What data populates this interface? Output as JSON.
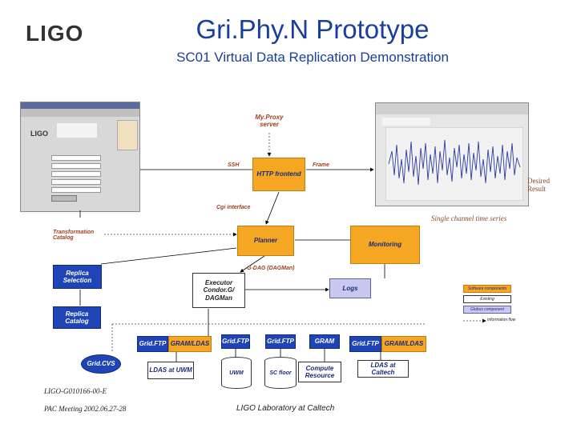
{
  "header": {
    "logo": "LIGO",
    "title": "Gri.Phy.N Prototype",
    "subtitle": "SC01 Virtual Data Replication Demonstration"
  },
  "diagram": {
    "myproxy": "My.Proxy server",
    "ssh_label": "SSH",
    "http_frontend": "HTTP frontend",
    "frame_label": "Frame",
    "desired_result": "Desired Result",
    "single_channel": "Single channel time series",
    "cgi_interface": "Cgi interface",
    "transformation_catalog": "Transformation Catalog",
    "planner": "Planner",
    "monitoring": "Monitoring",
    "gdag_label": "G-DAG (DAGMan)",
    "replica_selection": "Replica Selection",
    "executor": "Executor Condor.G/ DAGMan",
    "logs": "Logs",
    "replica_catalog": "Replica Catalog",
    "gridftp_1": "Grid.FTP",
    "gram_ldas_1": "GRAM/LDAS",
    "gridftp_2": "Grid.FTP",
    "gridftp_3": "Grid.FTP",
    "gram": "GRAM",
    "gridftp_4": "Grid.FTP",
    "gram_ldas_2": "GRAM/LDAS",
    "gridcvs": "Grid.CVS",
    "ldas_uwm": "LDAS at UWM",
    "uwm": "UWM",
    "sc_floor": "SC floor",
    "compute_resource": "Compute Resource",
    "ldas_caltech": "LDAS at Caltech"
  },
  "legend": {
    "item1": "Software components",
    "item2": "Existing",
    "item3": "Globus component",
    "item4": "Information flow"
  },
  "footer": {
    "doc_id": "LIGO-G010166-00-E",
    "meeting": "PAC Meeting 2002.06.27-28",
    "lab": "LIGO Laboratory at Caltech"
  },
  "colors": {
    "orange": "#f5a623",
    "blue": "#1f44b8",
    "title_blue": "#1a3f99"
  }
}
